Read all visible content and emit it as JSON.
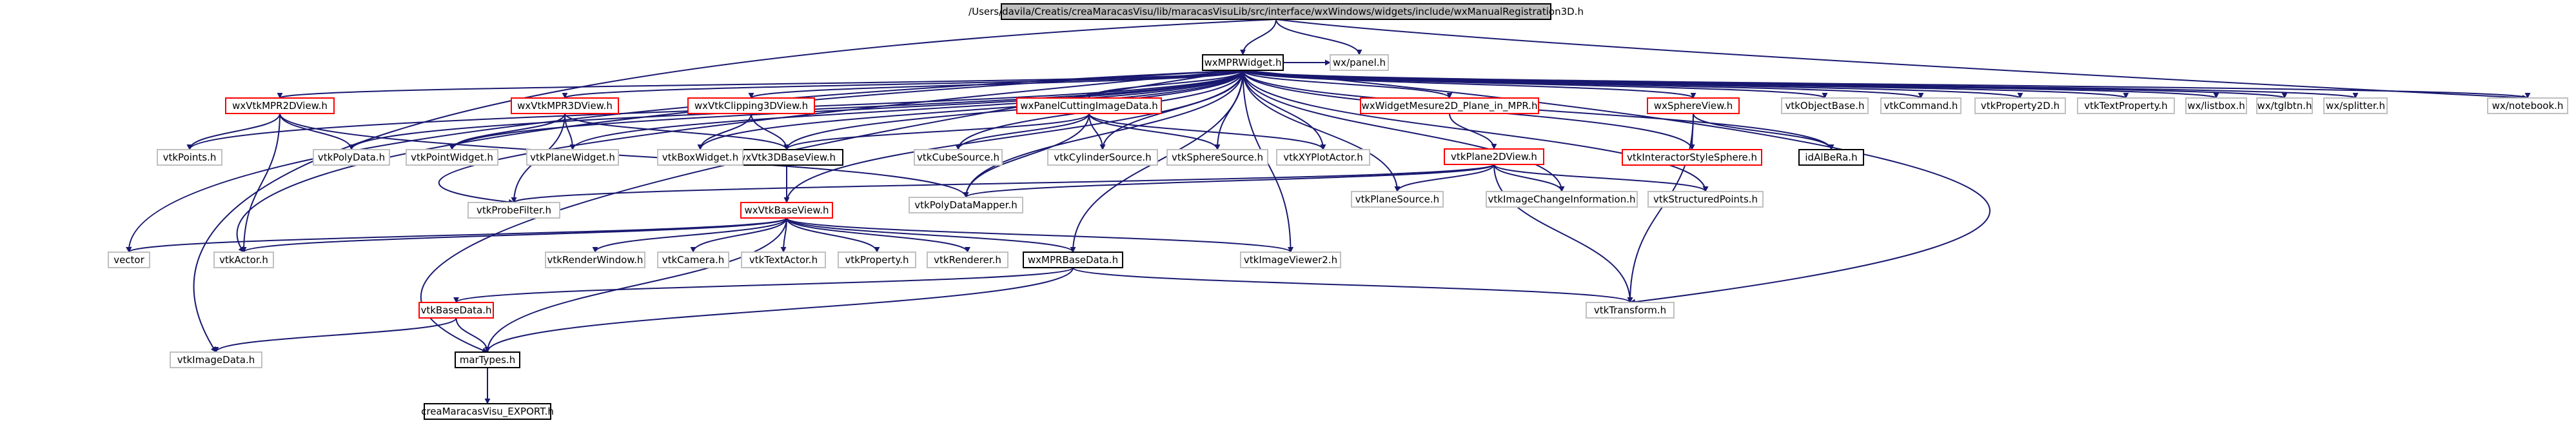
{
  "graph": {
    "colors": {
      "edge": "#191970",
      "root_fill": "#c0c0c0",
      "header_border": "#c0c0c0",
      "incomplete_border": "#ff0000",
      "documented_border": "#000000",
      "text": "#000000"
    },
    "nodes": {
      "root": "/Users/davila/Creatis/creaMaracasVisu/lib/maracasVisuLib/src/interface/wxWindows/widgets/include/wxManualRegistration3D.h",
      "wxMPRWidget": "wxMPRWidget.h",
      "wxpanel": "wx/panel.h",
      "vtkImageData": "vtkImageData.h",
      "marTypes": "marTypes.h",
      "creaExport": "creaMaracasVisu_EXPORT.h",
      "vtkBaseData": "vtkBaseData.h",
      "wxMPRBaseData": "wxMPRBaseData.h",
      "vtkTransform": "vtkTransform.h",
      "vtkImageViewer2": "vtkImageViewer2.h",
      "vtkBaseView": "wxVtkBaseView.h",
      "vector": "vector",
      "vtkActor": "vtkActor.h",
      "vtkRenderWindow": "vtkRenderWindow.h",
      "vtkCamera": "vtkCamera.h",
      "vtkTextActor": "vtkTextActor.h",
      "vtkProperty": "vtkProperty.h",
      "vtkRenderer": "vtkRenderer.h",
      "vtkProbeFilter": "vtkProbeFilter.h",
      "vtkPolyDataMapper": "vtkPolyDataMapper.h",
      "vtkPlaneSource": "vtkPlaneSource.h",
      "vtkImageChangeInformation": "vtkImageChangeInformation.h",
      "vtkStructuredPoints": "vtkStructuredPoints.h",
      "vtkPlane2DView": "vtkPlane2DView.h",
      "wxVtk3DBaseView": "wxVtk3DBaseView.h",
      "wxVtkMPR2DView": "wxVtkMPR2DView.h",
      "vtkPoints": "vtkPoints.h",
      "vtkPolyData": "vtkPolyData.h",
      "wxVtkMPR3DView": "wxVtkMPR3DView.h",
      "vtkPointWidget": "vtkPointWidget.h",
      "vtkPlaneWidget": "vtkPlaneWidget.h",
      "wxVtkClipping3DView": "wxVtkClipping3DView.h",
      "vtkBoxWidget": "vtkBoxWidget.h",
      "wxPanelCuttingImageData": "wxPanelCuttingImageData.h",
      "vtkCubeSource": "vtkCubeSource.h",
      "vtkCylinderSource": "vtkCylinderSource.h",
      "vtkSphereSource": "vtkSphereSource.h",
      "vtkXYPlotActor": "vtkXYPlotActor.h",
      "wxWidgetMesure2D": "wxWidgetMesure2D_Plane_in_MPR.h",
      "wxSphereView": "wxSphereView.h",
      "vtkInteractorStyleSphere": "vtkInteractorStyleSphere.h",
      "idAlBeRa": "idAlBeRa.h",
      "vtkObjectBase": "vtkObjectBase.h",
      "vtkCommand": "vtkCommand.h",
      "vtkProperty2D": "vtkProperty2D.h",
      "vtkTextProperty": "vtkTextProperty.h",
      "wxlistbox": "wx/listbox.h",
      "wxtglbtn": "wx/tglbtn.h",
      "wxsplitter": "wx/splitter.h",
      "wxnotebook": "wx/notebook.h"
    }
  }
}
